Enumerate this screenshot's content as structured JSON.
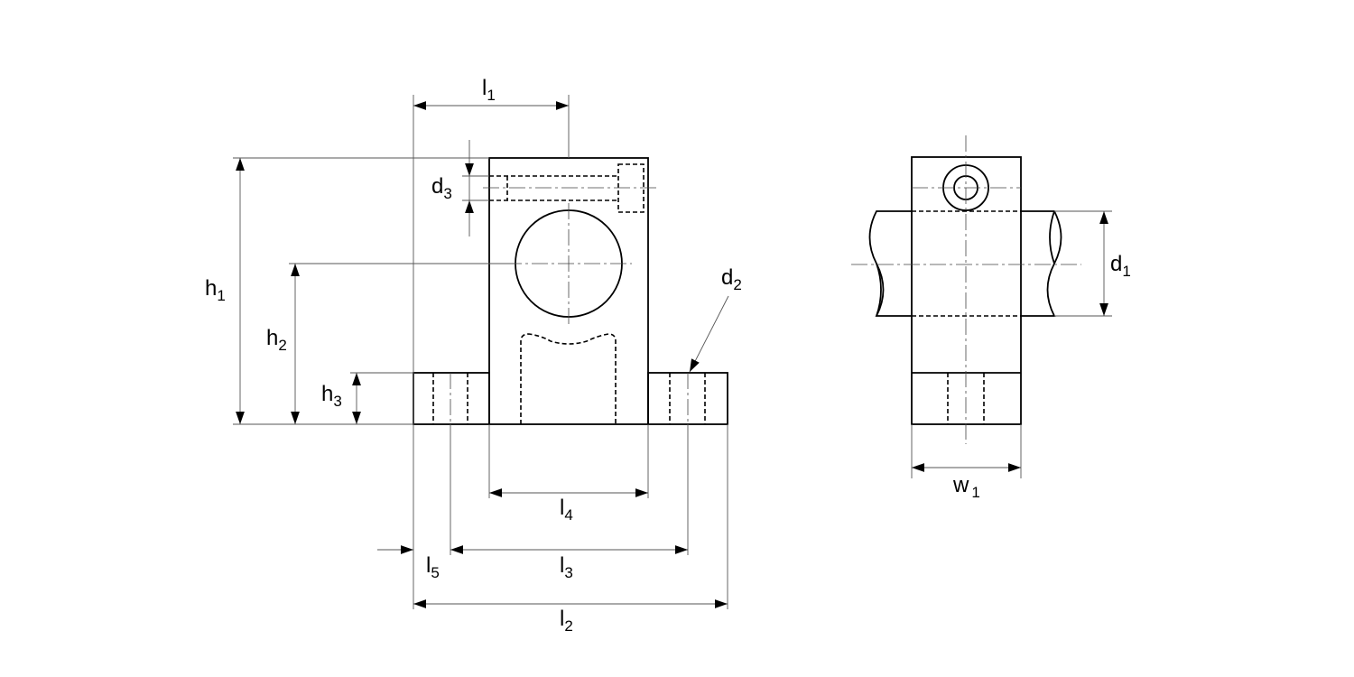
{
  "drawing": {
    "title": "Shaft support dimension drawing",
    "views": [
      "front-view",
      "side-view"
    ],
    "labels": {
      "l1": {
        "base": "l",
        "sub": "1"
      },
      "l2": {
        "base": "l",
        "sub": "2"
      },
      "l3": {
        "base": "l",
        "sub": "3"
      },
      "l4": {
        "base": "l",
        "sub": "4"
      },
      "l5": {
        "base": "l",
        "sub": "5"
      },
      "h1": {
        "base": "h",
        "sub": "1"
      },
      "h2": {
        "base": "h",
        "sub": "2"
      },
      "h3": {
        "base": "h",
        "sub": "3"
      },
      "d1": {
        "base": "d",
        "sub": "1"
      },
      "d2": {
        "base": "d",
        "sub": "2"
      },
      "d3": {
        "base": "d",
        "sub": "3"
      },
      "w1": {
        "base": "w",
        "sub": "1"
      }
    }
  }
}
